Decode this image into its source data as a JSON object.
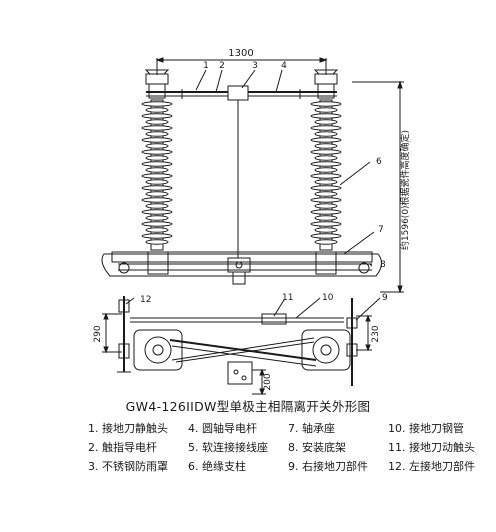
{
  "diagram": {
    "caption": "GW4-126IIDW型单极主相隔离开关外形图",
    "dimensions": {
      "top_width": "1300",
      "height_vertical": "约1596(0)根据瓷件高度确定)",
      "d290": "290",
      "d230": "230",
      "d200": "200"
    },
    "callouts": {
      "front": [
        "1",
        "2",
        "3",
        "4",
        "6",
        "7",
        "8"
      ],
      "plan": [
        "12",
        "11",
        "10",
        "9"
      ]
    },
    "legend": [
      "1. 接地刀静触头",
      "4. 圆轴导电杆",
      "7. 轴承座",
      "10. 接地刀钢管",
      "2. 触指导电杆",
      "5. 软连接接线座",
      "8. 安装底架",
      "11. 接地刀动触头",
      "3. 不锈钢防雨罩",
      "6. 绝缘支柱",
      "9. 右接地刀部件",
      "12. 左接地刀部件"
    ]
  }
}
